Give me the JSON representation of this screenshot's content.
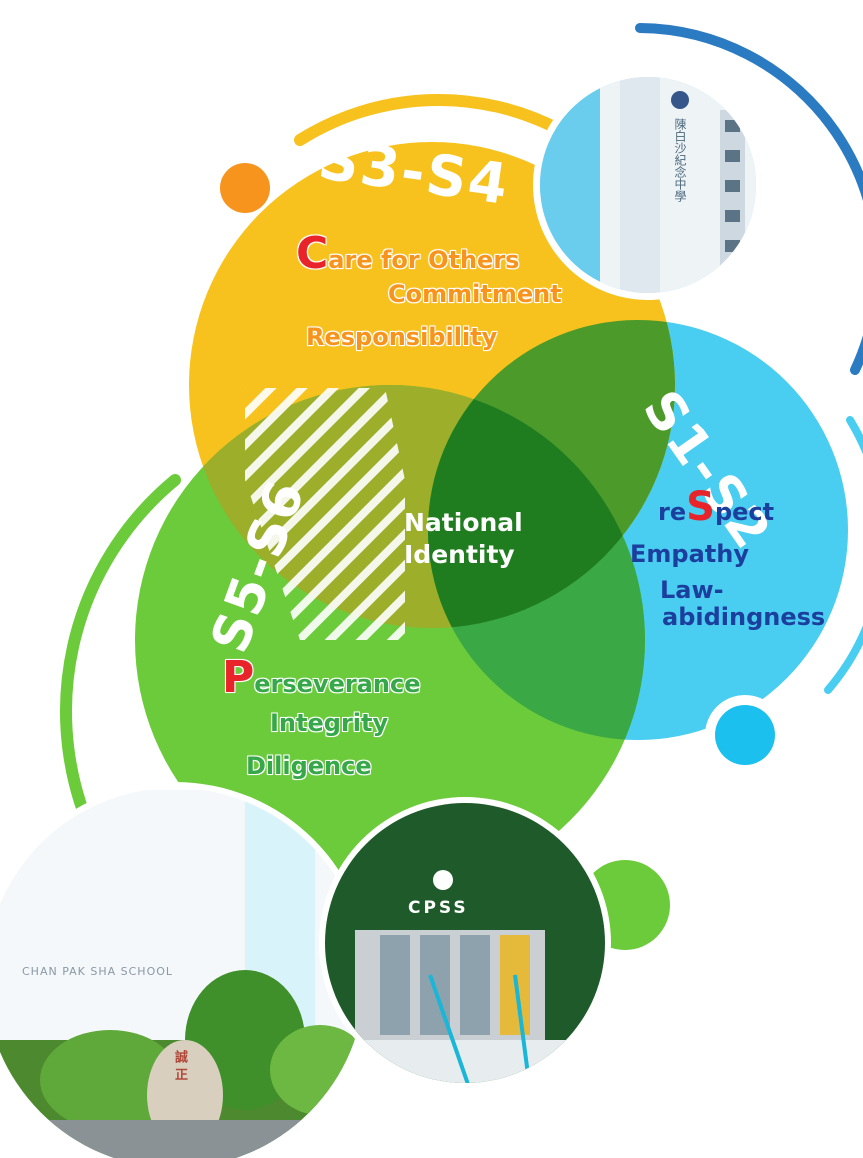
{
  "stages": {
    "s3_s4": {
      "label": "S3-S4",
      "color": "#f7c21d",
      "initial": "C",
      "first_rest": "are for Others",
      "values": [
        "Commitment",
        "Responsibility"
      ]
    },
    "s1_s2": {
      "label": "S1-S2",
      "color": "#49cdf0",
      "initial_prefix": "re",
      "initial": "S",
      "first_rest": "pect",
      "values": [
        "Empathy",
        "Law-",
        "abidingness"
      ]
    },
    "s5_s6": {
      "label": "S5-S6",
      "color": "#6ccb3a",
      "initial": "P",
      "first_rest": "erseverance",
      "values": [
        "Integrity",
        "Diligence"
      ]
    }
  },
  "center": {
    "line1": "National",
    "line2": "Identity"
  },
  "photo_texts": {
    "school_sign": "CPSS",
    "wall_sign": "CHAN PAK SHA SCHOOL",
    "rock_chars": "誠 正",
    "building_chars": "陳白沙紀念中學"
  },
  "colors": {
    "orange_dot": "#f7941d",
    "dark_green": "#1f7d1f",
    "overlap_green": "#3e9a2c",
    "ring_blue": "#2b7bc2",
    "accent_red": "#e8232a"
  }
}
